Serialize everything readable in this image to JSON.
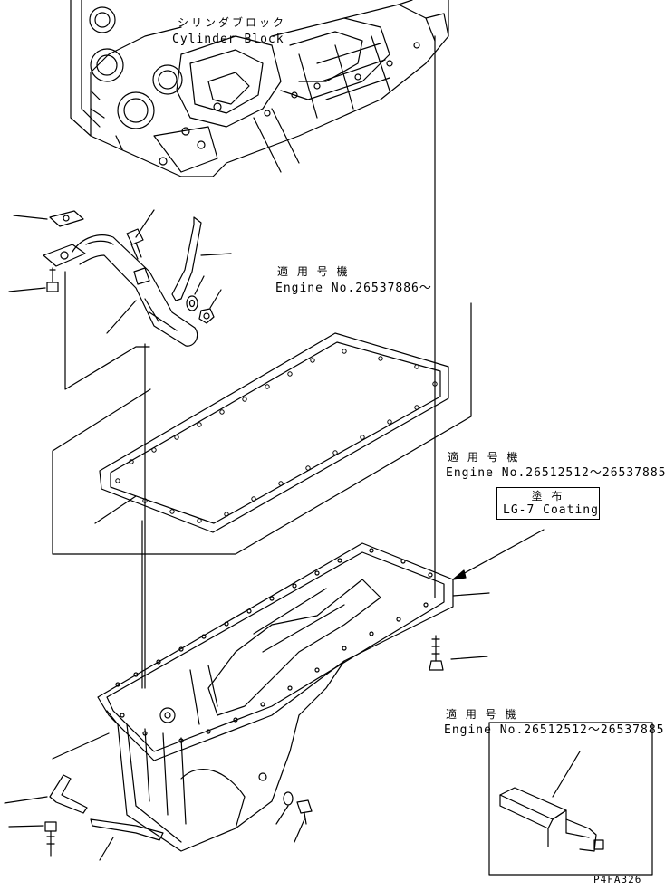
{
  "labels": {
    "cylinder_block_jp": "シリンダブロック",
    "cylinder_block_en": "Cylinder Block",
    "applicable_1_jp": "適 用 号 機",
    "applicable_1_en": "Engine No.26537886～",
    "applicable_2_jp": "適 用 号 機",
    "applicable_2_en": "Engine No.26512512～26537885",
    "coating_jp": "塗 布",
    "coating_en": "LG-7 Coating",
    "applicable_3_jp": "適 用 号 機",
    "applicable_3_en": "Engine No.26512512～26537885",
    "drawing_code": "P4FA326"
  },
  "colors": {
    "line": "#000000",
    "background": "#ffffff"
  }
}
